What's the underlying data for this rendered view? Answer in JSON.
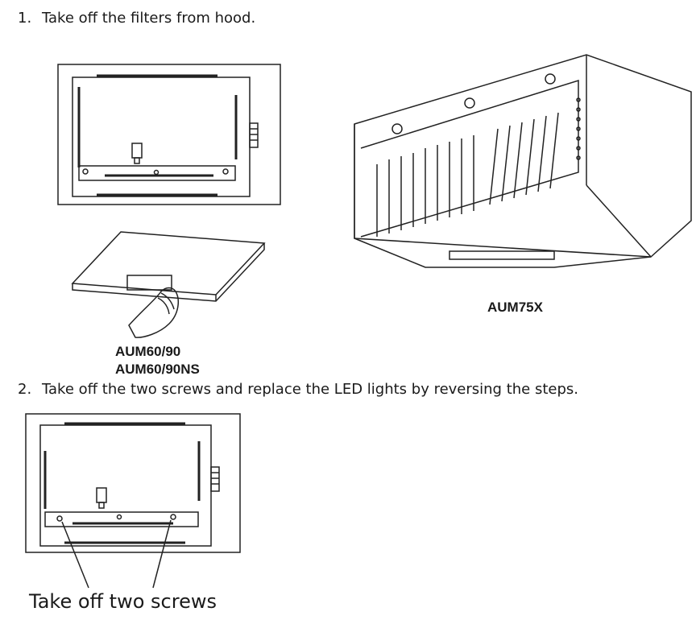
{
  "steps": [
    {
      "number": "1.",
      "text": "Take off the filters from hood."
    },
    {
      "number": "2.",
      "text": "Take off the two screws and replace the LED lights by reversing the steps."
    }
  ],
  "models": {
    "bottom_view_line1": "AUM60/90",
    "bottom_view_line2": "AUM60/90NS",
    "perspective_view": "AUM75X"
  },
  "callout": "Take off two screws",
  "colors": {
    "line": "#222222",
    "text": "#1a1a1a",
    "background": "#ffffff"
  }
}
